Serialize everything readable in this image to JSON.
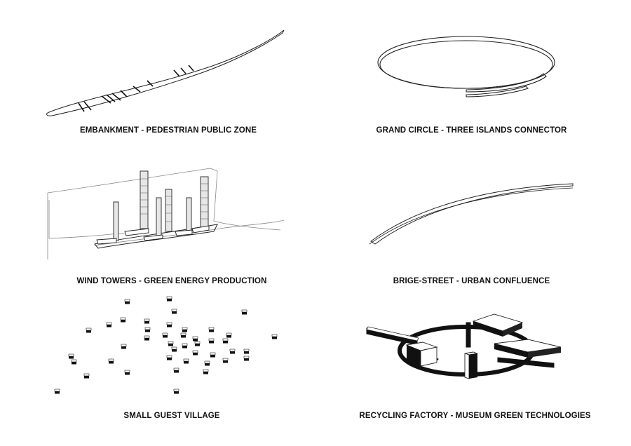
{
  "panels": [
    {
      "id": "embankment",
      "caption": "EMBANKMENT - PEDESTRIAN PUBLIC ZONE"
    },
    {
      "id": "grand-circle",
      "caption": "GRAND CIRCLE - THREE ISLANDS CONNECTOR"
    },
    {
      "id": "wind-towers",
      "caption": "WIND TOWERS - GREEN ENERGY PRODUCTION"
    },
    {
      "id": "bridge-street",
      "caption": "BRIGE-STREET - URBAN CONFLUENCE"
    },
    {
      "id": "guest-village",
      "caption": "SMALL GUEST VILLAGE"
    },
    {
      "id": "recycling-factory",
      "caption": "RECYCLING FACTORY - MUSEUM GREEN TECHNOLOGIES"
    }
  ],
  "colors": {
    "ink": "#222222",
    "fill_dark": "#111111",
    "fill_light": "#ffffff",
    "shade": "#d8d8d8"
  }
}
